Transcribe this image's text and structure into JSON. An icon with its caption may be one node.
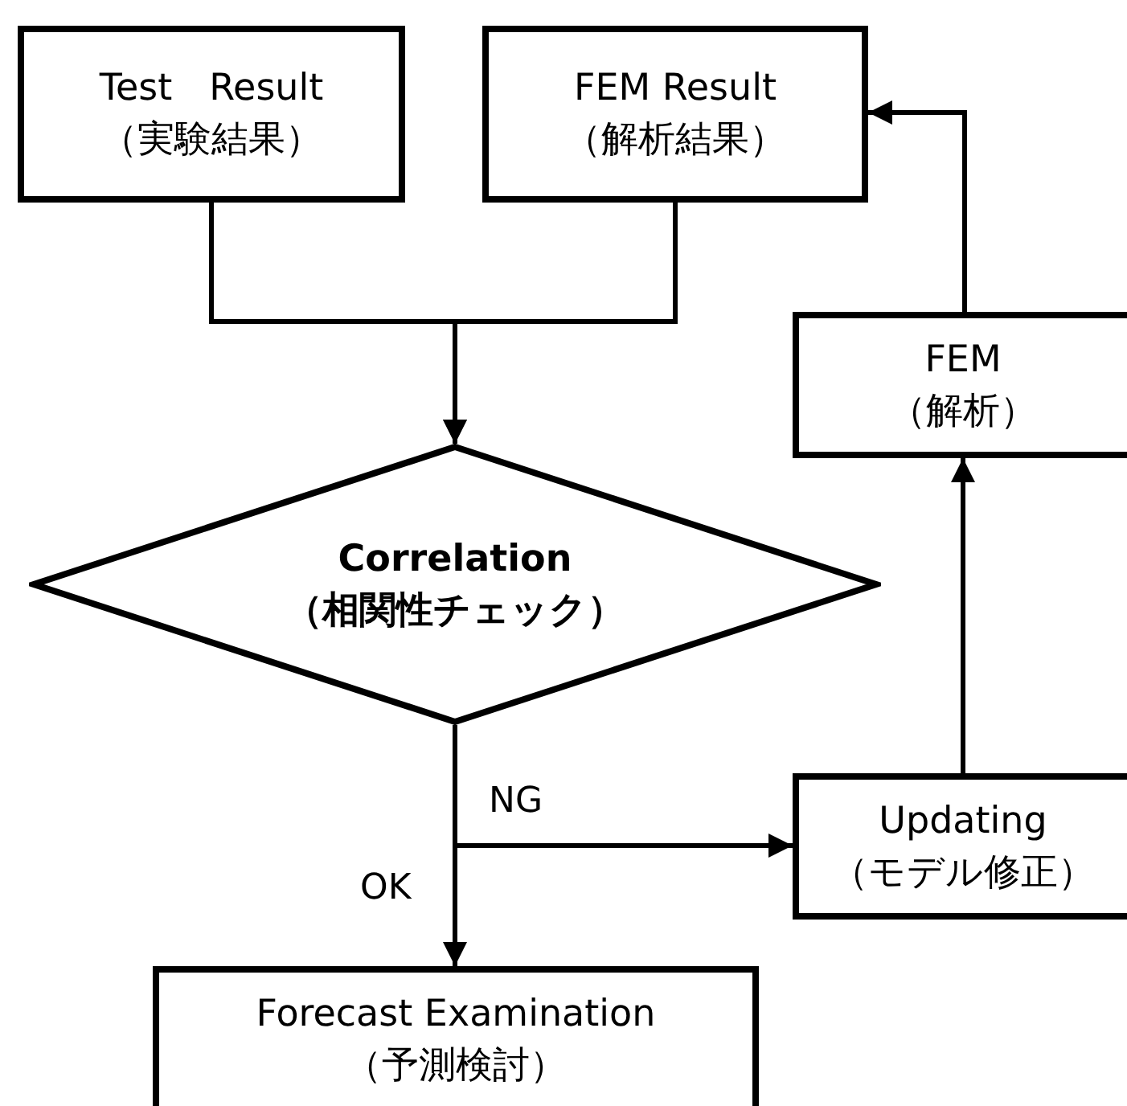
{
  "diagram": {
    "nodes": [
      {
        "text": [
          "Test　Result （実験結果）"
        ]
      },
      {
        "text": [
          "FEM Result （解析結果）"
        ]
      },
      {
        "text": [
          "FEM （解析）"
        ]
      },
      {
        "text": [
          "Correlation （相関性チェック）"
        ]
      },
      {
        "text": [
          "Updating （モデル修正）"
        ]
      },
      {
        "text": [
          "Forecast Examination （予測検討）"
        ]
      }
    ],
    "edges": [
      {
        "from": 0,
        "to": 3,
        "arrow": "to"
      },
      {
        "from": 1,
        "to": 3,
        "arrow": "to"
      },
      {
        "from": 3,
        "to": 5,
        "arrow": "to",
        "label": "OK"
      },
      {
        "from": 3,
        "to": 4,
        "arrow": "to",
        "label": "NG"
      },
      {
        "from": 4,
        "to": 2,
        "arrow": "to"
      },
      {
        "from": 2,
        "to": 1,
        "arrow": "to"
      }
    ]
  }
}
